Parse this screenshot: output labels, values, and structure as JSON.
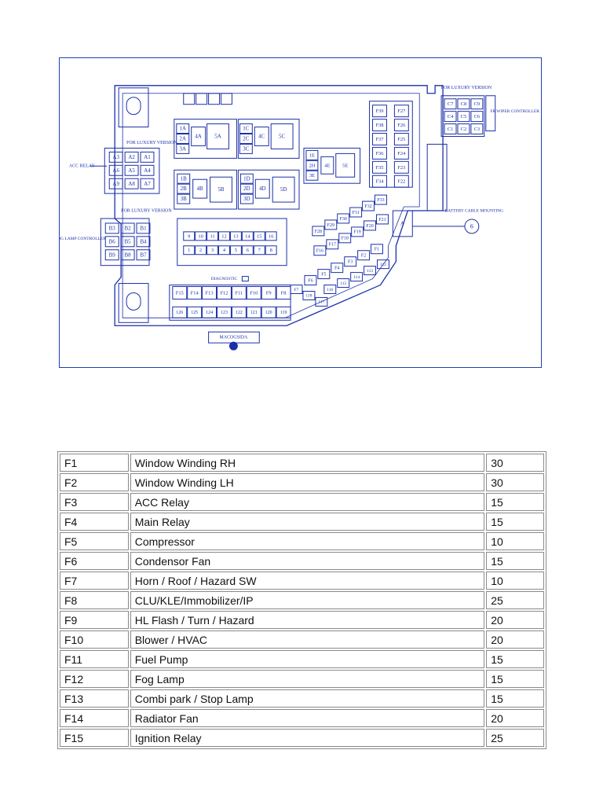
{
  "diagram": {
    "top_left": {
      "row1": [
        "1A",
        "2A",
        "3A"
      ],
      "relay1": [
        "4A",
        "5A"
      ],
      "row2": [
        "1C",
        "2C",
        "3C"
      ],
      "relay2": [
        "4C",
        "5C"
      ],
      "row3": [
        "1D",
        "2D",
        "3D"
      ],
      "relay3": [
        "4D",
        "5D"
      ],
      "row4": [
        "1B",
        "2B",
        "3B"
      ],
      "relay4": [
        "4B",
        "5B"
      ],
      "row5": [
        "1E",
        "2H",
        "3E"
      ],
      "relay5": [
        "4E",
        "5E"
      ]
    },
    "luxury_label": "FOR LUXURY VERSION",
    "acc_relay_label": "ACC RELAY",
    "a_group": [
      "A3",
      "A2",
      "A1",
      "A6",
      "A5",
      "A4",
      "A9",
      "A8",
      "A7"
    ],
    "fog_label": "FR FOG LAMP CONTROLLER",
    "b_group": [
      "B3",
      "B2",
      "B1",
      "B6",
      "B5",
      "B4",
      "B9",
      "B8",
      "B7"
    ],
    "wiper_label": "FR WIPER CONTROLLER",
    "c_group": [
      "C7",
      "C8",
      "C9",
      "C4",
      "C5",
      "C6",
      "C1",
      "C2",
      "C3"
    ],
    "right_fuses_left": [
      "F39",
      "F38",
      "F37",
      "F36",
      "F35",
      "F34"
    ],
    "right_fuses_right": [
      "F27",
      "F26",
      "F25",
      "F24",
      "F23",
      "F22"
    ],
    "diag_row1": [
      "F28",
      "F29",
      "F30",
      "F31",
      "F32",
      "F33"
    ],
    "diag_row2": [
      "F16",
      "F17",
      "F18",
      "F19",
      "F20",
      "F21"
    ],
    "diag_row3": [
      "F6",
      "F5",
      "F4",
      "F3",
      "F2",
      "F1"
    ],
    "diag_row4": [
      "116",
      "115",
      "114",
      "113",
      "112"
    ],
    "diag_row5": [
      "F7",
      "118",
      "117"
    ],
    "connector_top": [
      "9",
      "10",
      "11",
      "12",
      "13",
      "14",
      "15",
      "16"
    ],
    "connector_bottom": [
      "1",
      "2",
      "3",
      "4",
      "5",
      "6",
      "7",
      "8"
    ],
    "diagnostic_label": "DIAGNOSTIC",
    "bottom_fuses": [
      "F15",
      "F14",
      "F13",
      "F12",
      "F11",
      "F10",
      "F9",
      "F8"
    ],
    "bottom_numbers": [
      "126",
      "125",
      "124",
      "123",
      "122",
      "121",
      "120",
      "119"
    ],
    "battery_label": "BATTERY CABLE MOUNTING",
    "battery_letter": "A",
    "battery_number": "6",
    "bottom_tab_label": "MACOGSIDA"
  },
  "fuse_table": [
    {
      "id": "F1",
      "name": "Window Winding RH",
      "amps": "30"
    },
    {
      "id": "F2",
      "name": "Window Winding LH",
      "amps": "30"
    },
    {
      "id": "F3",
      "name": "ACC Relay",
      "amps": "15"
    },
    {
      "id": "F4",
      "name": "Main Relay",
      "amps": "15"
    },
    {
      "id": "F5",
      "name": "Compressor",
      "amps": "10"
    },
    {
      "id": "F6",
      "name": "Condensor Fan",
      "amps": "15"
    },
    {
      "id": "F7",
      "name": "Horn / Roof / Hazard SW",
      "amps": "10"
    },
    {
      "id": "F8",
      "name": "CLU/KLE/Immobilizer/IP",
      "amps": "25"
    },
    {
      "id": "F9",
      "name": "HL Flash / Turn / Hazard",
      "amps": "20"
    },
    {
      "id": "F10",
      "name": "Blower / HVAC",
      "amps": "20"
    },
    {
      "id": "F11",
      "name": "Fuel Pump",
      "amps": "15"
    },
    {
      "id": "F12",
      "name": "Fog Lamp",
      "amps": "15"
    },
    {
      "id": "F13",
      "name": "Combi park / Stop Lamp",
      "amps": "15"
    },
    {
      "id": "F14",
      "name": "Radiator Fan",
      "amps": "20"
    },
    {
      "id": "F15",
      "name": "Ignition Relay",
      "amps": "25"
    }
  ],
  "colors": {
    "diagram_blue": "#1b2fa8",
    "table_border": "#8a8a8a"
  }
}
